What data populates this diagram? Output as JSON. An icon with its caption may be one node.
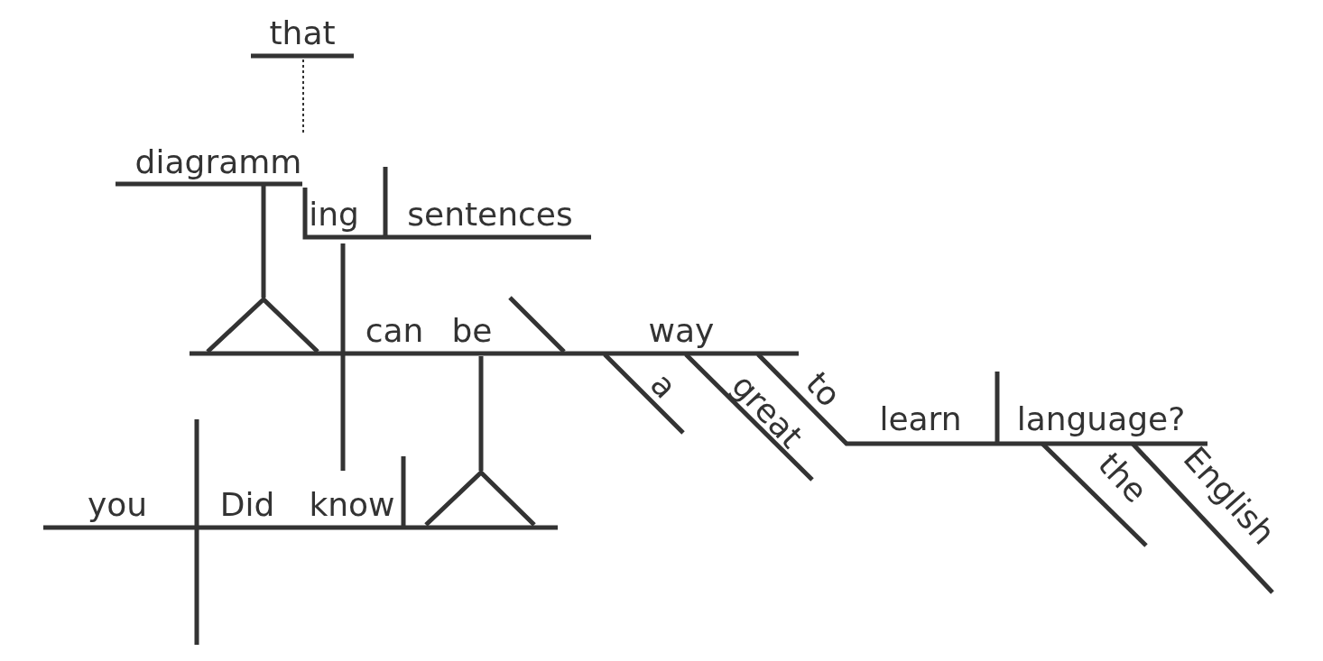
{
  "diagram": {
    "labels": [
      "that",
      "diagramm",
      "ing",
      "sentences",
      "can",
      "be",
      "way",
      "a",
      "great",
      "to",
      "learn",
      "language?",
      "the",
      "English",
      "you",
      "Did",
      "know"
    ]
  }
}
